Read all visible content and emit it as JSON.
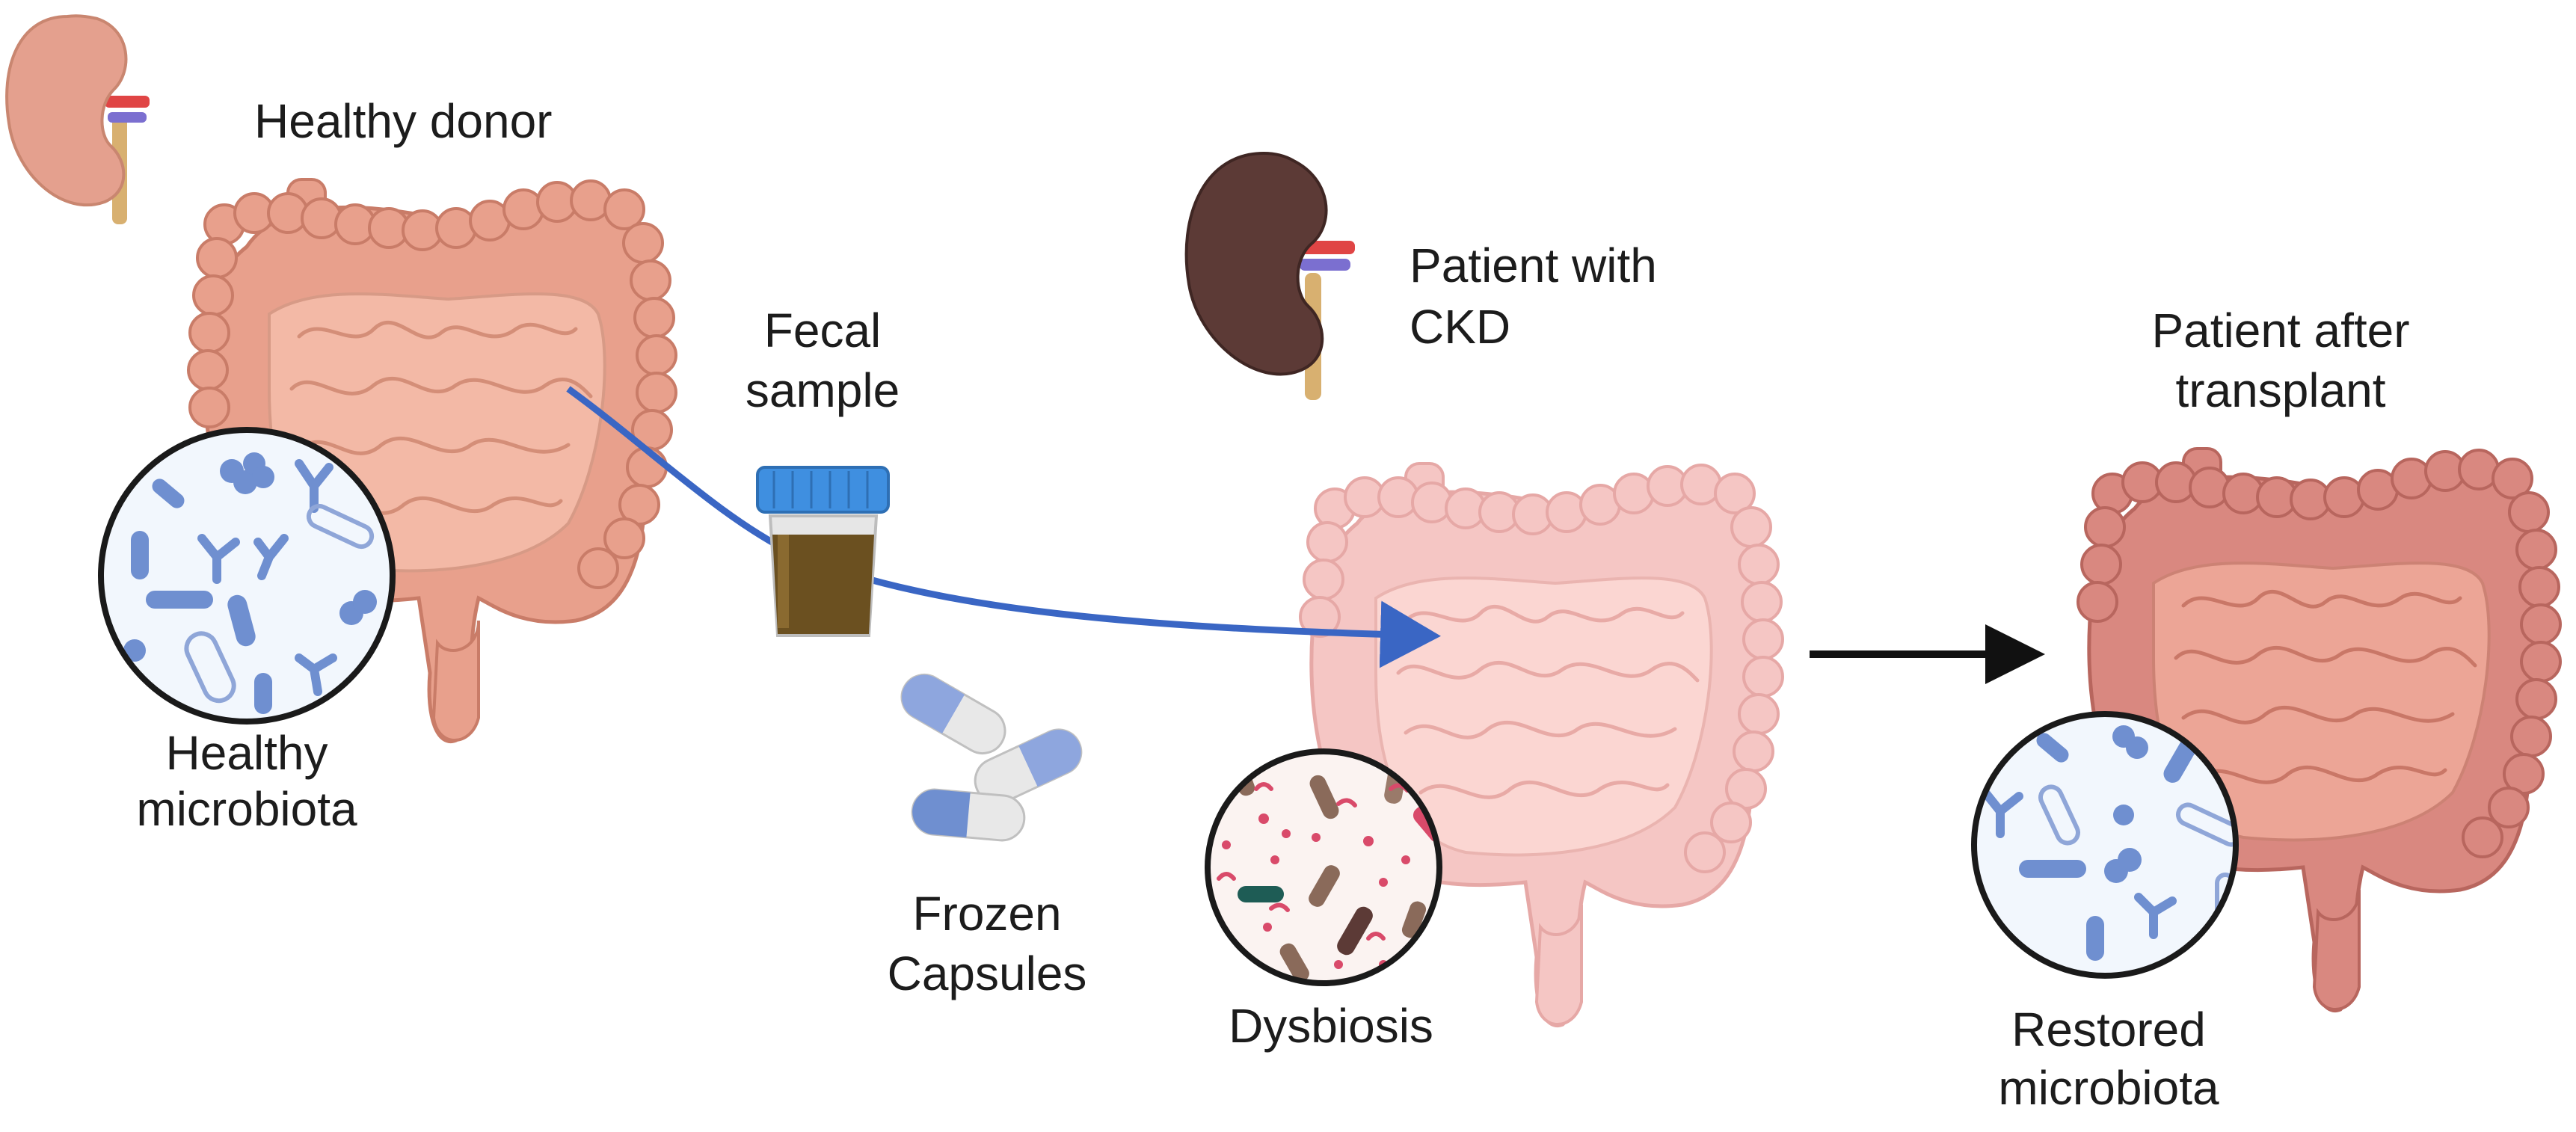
{
  "labels": {
    "healthy_donor": "Healthy donor",
    "healthy_microbiota_1": "Healthy",
    "healthy_microbiota_2": "microbiota",
    "fecal_sample_1": "Fecal",
    "fecal_sample_2": "sample",
    "frozen_capsules_1": "Frozen",
    "frozen_capsules_2": "Capsules",
    "patient_ckd_1": "Patient with",
    "patient_ckd_2": "CKD",
    "dysbiosis": "Dysbiosis",
    "patient_after_1": "Patient after",
    "patient_after_2": "transplant",
    "restored_1": "Restored",
    "restored_2": "microbiota"
  },
  "icons": [
    "healthy-kidney-icon",
    "diseased-kidney-icon",
    "intestine-icon",
    "microbiota-circle-icon",
    "fecal-sample-jar-icon",
    "capsule-icon",
    "arrow-icon"
  ],
  "colors": {
    "healthy_intestine": "#e8a08c",
    "ckd_intestine": "#f5c6c4",
    "after_intestine": "#d98880",
    "good_bacteria": "#6f8fd0",
    "dysbiosis_red": "#d94a6a",
    "dysbiosis_brown": "#8a6a5a",
    "arrow_blue": "#3a66c4",
    "arrow_black": "#111111",
    "sample_brown": "#6b5020",
    "lid_blue": "#3f8fe0",
    "kidney_healthy": "#e4a08e",
    "kidney_diseased": "#5c3a36"
  }
}
